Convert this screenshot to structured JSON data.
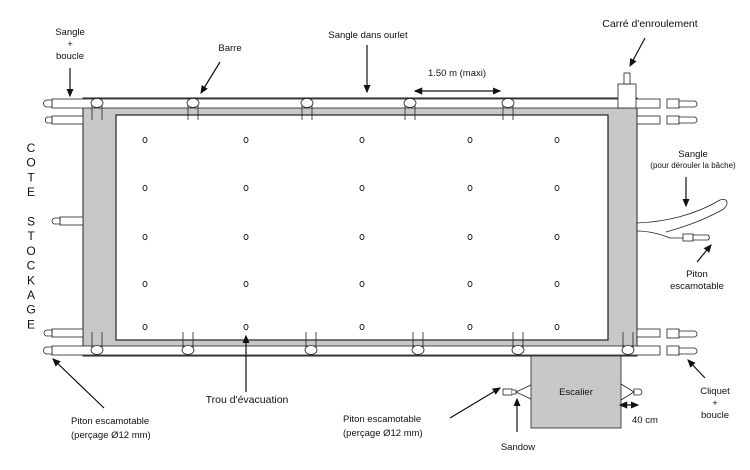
{
  "labels": {
    "sangle_boucle": [
      "Sangle",
      "+",
      "boucle"
    ],
    "barre": "Barre",
    "sangle_ourlet": "Sangle dans ourlet",
    "spacing": "1.50 m (maxi)",
    "carre": "Carré d'enroulement",
    "sangle_derouler": "Sangle",
    "sangle_derouler_sub": "(pour dérouler la bâche)",
    "piton_right": [
      "Piton",
      "escamotable"
    ],
    "cliquet": [
      "Cliquet",
      "+",
      "boucle"
    ],
    "trou": "Trou d'évacuation",
    "piton_left": [
      "Piton escamotable",
      "(perçage  Ø12 mm)"
    ],
    "piton_mid": [
      "Piton escamotable",
      "(perçage  Ø12 mm)"
    ],
    "escalier": "Escalier",
    "sandow": "Sandow",
    "distance": "40 cm"
  },
  "side_label": [
    "C",
    "O",
    "T",
    "E",
    "",
    "S",
    "T",
    "O",
    "C",
    "K",
    "A",
    "G",
    "E"
  ],
  "colors": {
    "frame": "#c8c8c8",
    "line": "#222222"
  }
}
